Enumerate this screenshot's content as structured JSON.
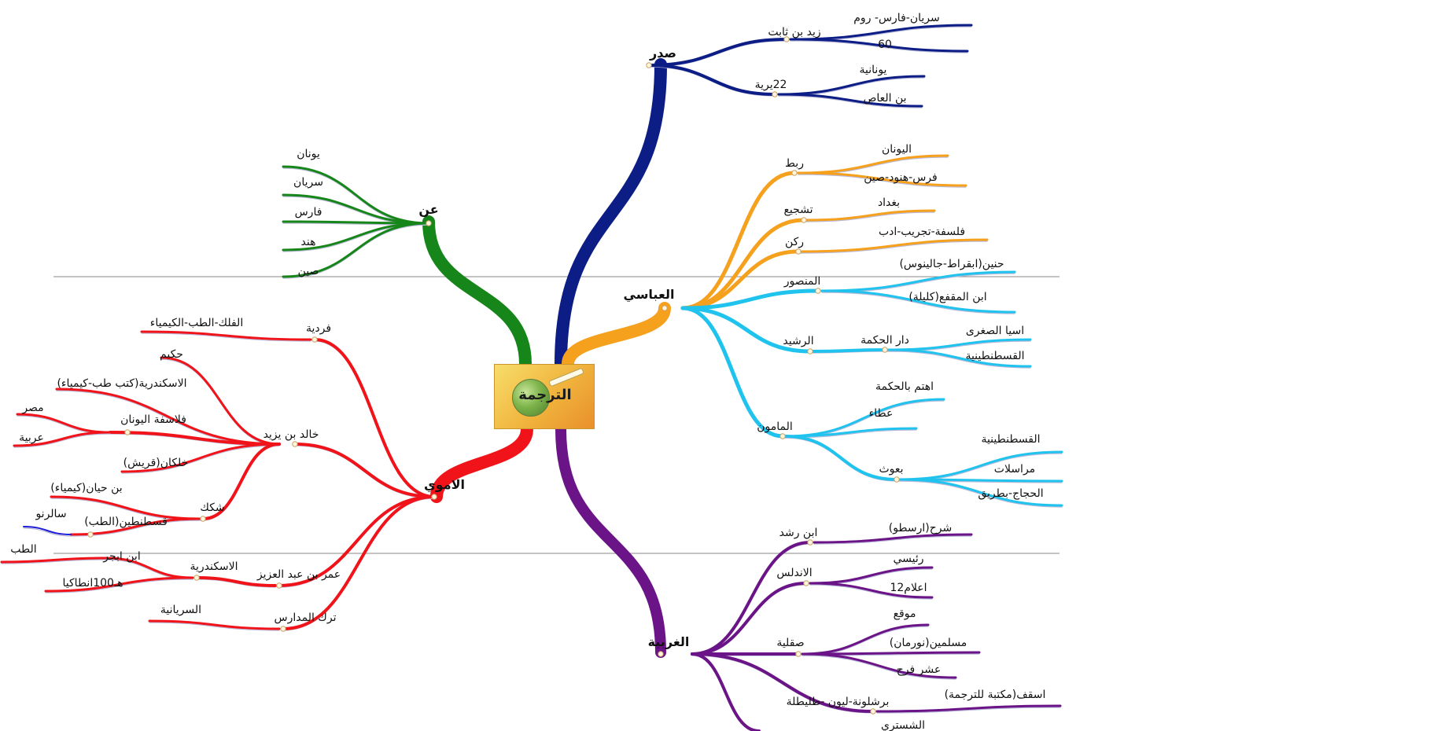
{
  "center": {
    "title": "الترجمة"
  },
  "branches": {
    "sadr": {
      "label": "صدر",
      "color": "#0c1d86",
      "children": [
        {
          "label": "زيد بن ثابت",
          "children": [
            "سريان-فارس- روم",
            "60"
          ]
        },
        {
          "label": "22يرية",
          "children": [
            "يونانية",
            "بن العاص"
          ]
        }
      ]
    },
    "abbasi": {
      "label": "العباسي",
      "color": "#f5a11e",
      "color2": "#1fc3ee",
      "children": [
        {
          "label": "ربط",
          "children": [
            "اليونان",
            "فرس-هنود-صين"
          ]
        },
        {
          "label": "تشجيع",
          "children": [
            "بغداد"
          ]
        },
        {
          "label": "ركن",
          "children": [
            "فلسفة-تجريب-ادب"
          ]
        },
        {
          "label": "المنصور",
          "children": [
            "حنين(ابقراط-جالينوس)",
            "ابن المقفع(كليلة)"
          ]
        },
        {
          "label": "الرشيد",
          "children": [
            {
              "label": "دار الحكمة",
              "children": [
                "اسيا الصغرى",
                "القسطنطينية"
              ]
            }
          ]
        },
        {
          "label": "المامون",
          "children": [
            "اهتم بالحكمة",
            "عطاء",
            {
              "label": "بعوث",
              "children": [
                "القسطنطينية",
                "مراسلات",
                "الحجاج-بطريق"
              ]
            }
          ]
        }
      ]
    },
    "gharbiya": {
      "label": "الغربية",
      "color": "#6b1487",
      "children": [
        {
          "label": "ابن رشد",
          "children": [
            "شرح(ارسطو)"
          ]
        },
        {
          "label": "الاندلس",
          "children": [
            "رئيسي",
            "اعلام12"
          ]
        },
        {
          "label": "صقلية",
          "children": [
            "موقع",
            "مسلمين(نورمان)",
            "عشر فرج"
          ]
        },
        {
          "label": "برشلونة-ليون -طليطلة",
          "children": [
            "اسقف(مكتبة للترجمة)",
            "الشستري"
          ]
        }
      ]
    },
    "an": {
      "label": "عن",
      "color": "#17861a",
      "children": [
        "يونان",
        "سريان",
        "فارس",
        "هند",
        "صين"
      ]
    },
    "umawi": {
      "label": "الاموي",
      "color": "#f0141a",
      "children": [
        {
          "label": "فردية",
          "children": [
            "الفلك-الطب-الكيمياء"
          ]
        },
        {
          "label": "خالد بن يزيد",
          "children": [
            "حكيم",
            "الاسكندرية(كتب طب-كيمياء)",
            {
              "label": "فلاسفة اليونان",
              "children": [
                "مصر",
                "عربية"
              ]
            },
            "خلكان(قريش)",
            {
              "label": "شكك",
              "children": [
                "بن حيان(كيمياء)",
                {
                  "label": "قسطنطين(الطب)",
                  "children": [
                    "سالرنو"
                  ]
                }
              ]
            }
          ]
        },
        {
          "label": "عمر بن عبد العزيز",
          "children": [
            {
              "label": "الاسكندرية",
              "children": [
                "ابن ابجر",
                "الطب",
                "هـ100انطاكيا"
              ]
            }
          ]
        },
        {
          "label": "ترك المدارس",
          "children": [
            "السريانية"
          ]
        }
      ]
    }
  }
}
